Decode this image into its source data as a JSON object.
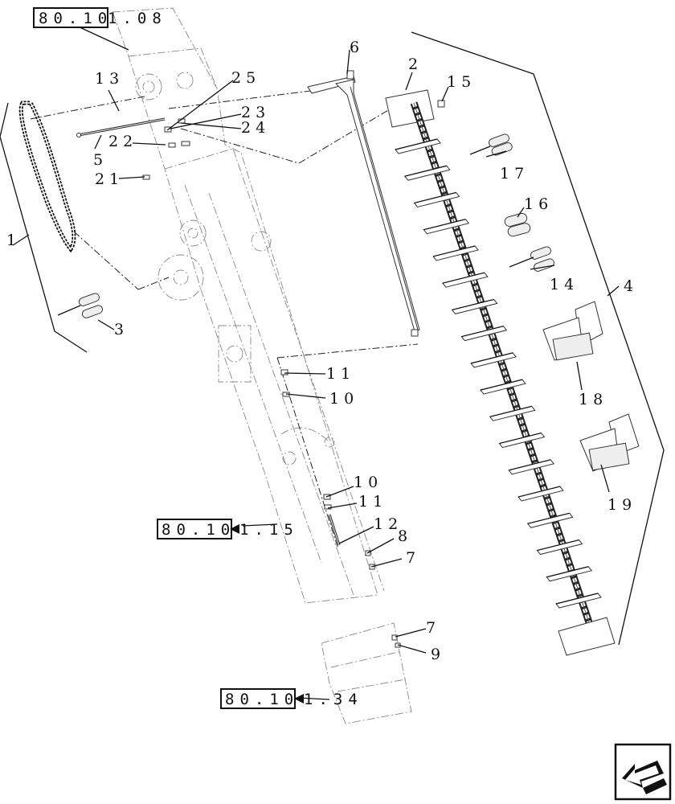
{
  "references": [
    {
      "id": "ref-top",
      "boxed": "80.10",
      "suffix": "1.08"
    },
    {
      "id": "ref-mid",
      "boxed": "80.10",
      "suffix": "1.15"
    },
    {
      "id": "ref-bottom",
      "boxed": "80.10",
      "suffix": "1.34"
    }
  ],
  "callouts": {
    "c1": "1",
    "c2": "2",
    "c3": "3",
    "c4": "4",
    "c5": "5",
    "c6": "6",
    "c7a": "7",
    "c7b": "7",
    "c8": "8",
    "c9": "9",
    "c10a": "10",
    "c10b": "10",
    "c11a": "11",
    "c11b": "11",
    "c12": "12",
    "c13": "13",
    "c14": "14",
    "c15": "15",
    "c16": "16",
    "c17": "17",
    "c18": "18",
    "c19": "19",
    "c21": "21",
    "c22": "22",
    "c23": "23",
    "c24": "24",
    "c25": "25"
  },
  "icons": {
    "nav_icon": "previous-page-arrow-icon",
    "chain_icon": "roller-chain-icon",
    "slat_icon": "elevator-paddle-icon"
  }
}
